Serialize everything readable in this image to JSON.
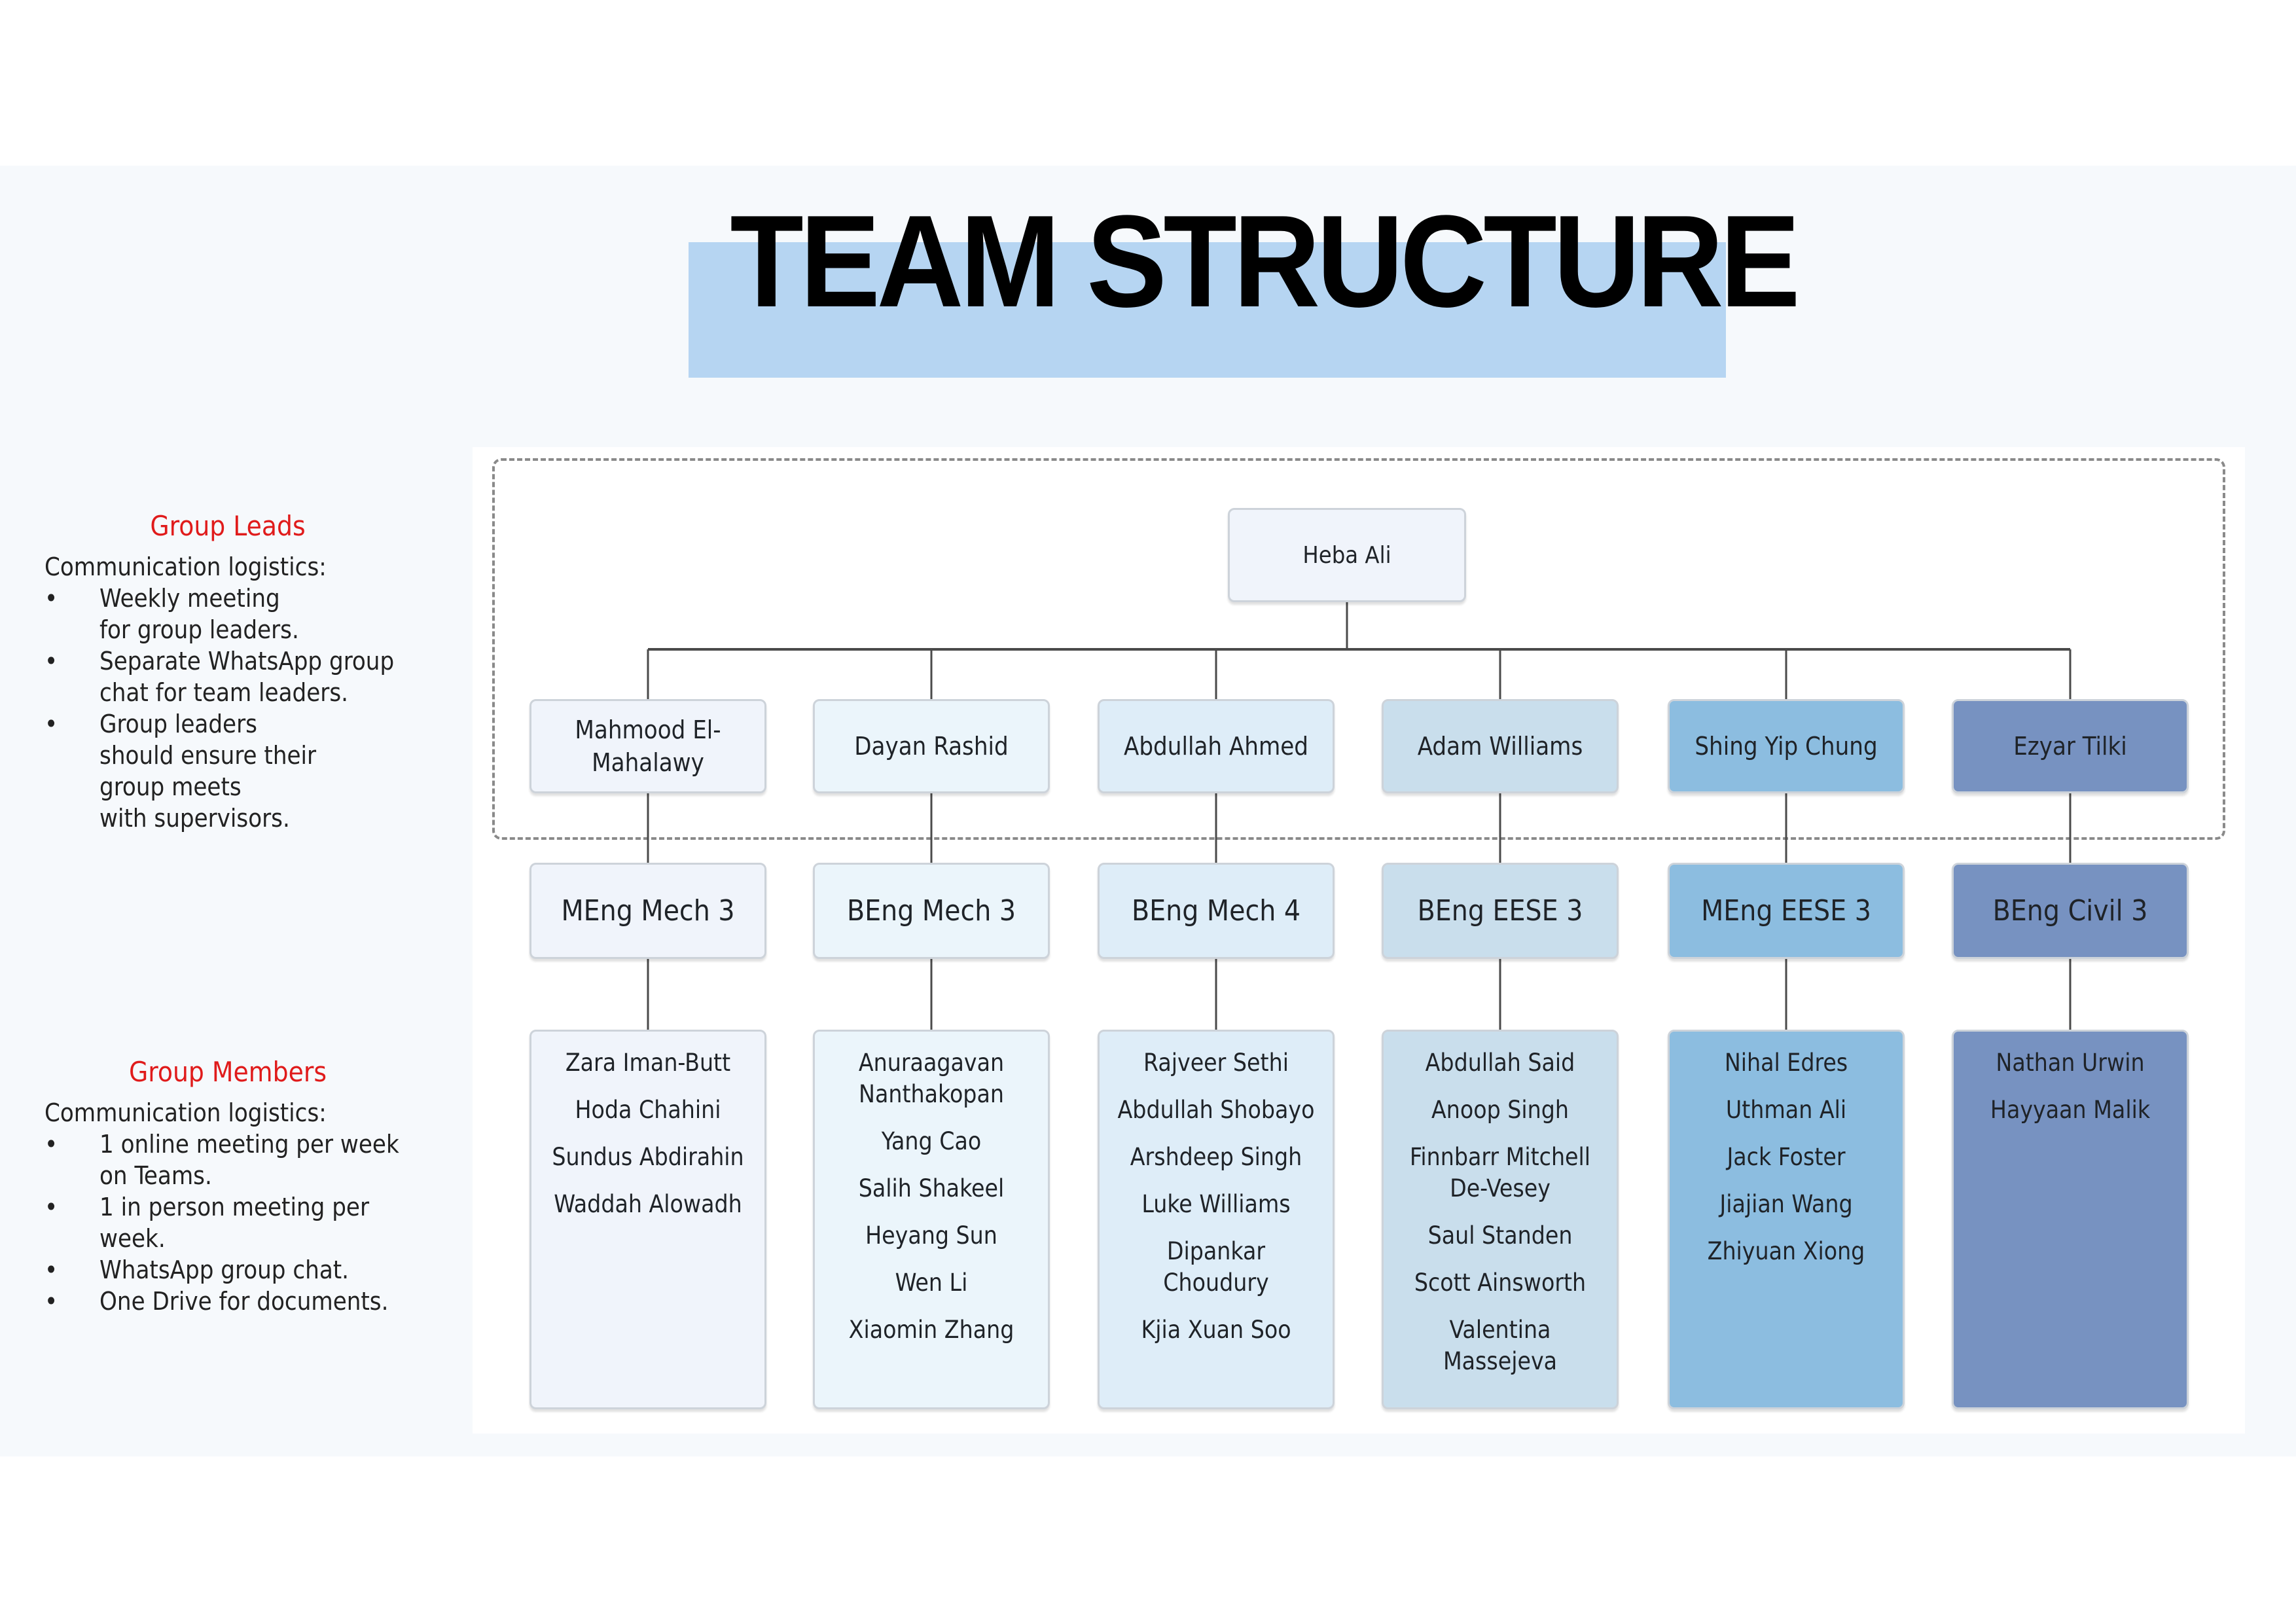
{
  "title": "TEAM STRUCTURE",
  "colors": {
    "title_highlight": "#b6d5f2",
    "heading_red": "#e01b1b",
    "columns": [
      "#f0f4fb",
      "#ebf5fb",
      "#deedf8",
      "#c9deec",
      "#8cbde0",
      "#7792c1"
    ]
  },
  "group_leads_notes": {
    "heading": "Group Leads",
    "intro": "Communication logistics:",
    "bullet": "•",
    "items": [
      [
        "Weekly meeting",
        "for group leaders."
      ],
      [
        "Separate WhatsApp group",
        "chat for team leaders."
      ],
      [
        "Group leaders",
        "should ensure their",
        "group meets",
        "with supervisors."
      ]
    ]
  },
  "group_members_notes": {
    "heading": "Group Members",
    "intro": "Communication logistics:",
    "bullet": "•",
    "items": [
      [
        "1 online meeting per week",
        "on Teams."
      ],
      [
        "1 in person meeting per",
        "week."
      ],
      [
        "WhatsApp group chat."
      ],
      [
        "One Drive for documents."
      ]
    ]
  },
  "org_chart": {
    "root": "Heba Ali",
    "groups": [
      {
        "lead": "Mahmood El-Mahalawy",
        "lead_lines": [
          "Mahmood El-",
          "Mahalawy"
        ],
        "degree": "MEng Mech 3",
        "members": [
          "Zara Iman-Butt",
          "Hoda Chahini",
          "Sundus Abdirahin",
          "Waddah Alowadh"
        ]
      },
      {
        "lead": "Dayan Rashid",
        "lead_lines": [
          "Dayan Rashid"
        ],
        "degree": "BEng Mech 3",
        "members": [
          "Anuraagavan Nanthakopan",
          "Yang Cao",
          "Salih Shakeel",
          "Heyang Sun",
          "Wen Li",
          "Xiaomin Zhang"
        ]
      },
      {
        "lead": "Abdullah Ahmed",
        "lead_lines": [
          "Abdullah Ahmed"
        ],
        "degree": "BEng Mech 4",
        "members": [
          "Rajveer Sethi",
          "Abdullah Shobayo",
          "Arshdeep Singh",
          "Luke Williams",
          "Dipankar Choudury",
          "Kjia Xuan Soo"
        ]
      },
      {
        "lead": "Adam Williams",
        "lead_lines": [
          "Adam Williams"
        ],
        "degree": "BEng EESE 3",
        "members": [
          "Abdullah Said",
          "Anoop Singh",
          "Finnbarr Mitchell De-Vesey",
          "Saul Standen",
          "Scott Ainsworth",
          "Valentina Massejeva"
        ]
      },
      {
        "lead": "Shing Yip Chung",
        "lead_lines": [
          "Shing Yip Chung"
        ],
        "degree": "MEng EESE 3",
        "members": [
          "Nihal Edres",
          "Uthman Ali",
          "Jack Foster",
          "Jiajian Wang",
          "Zhiyuan Xiong"
        ]
      },
      {
        "lead": "Ezyar Tilki",
        "lead_lines": [
          "Ezyar Tilki"
        ],
        "degree": "BEng Civil 3",
        "members": [
          "Nathan Urwin",
          "Hayyaan Malik"
        ]
      }
    ]
  }
}
